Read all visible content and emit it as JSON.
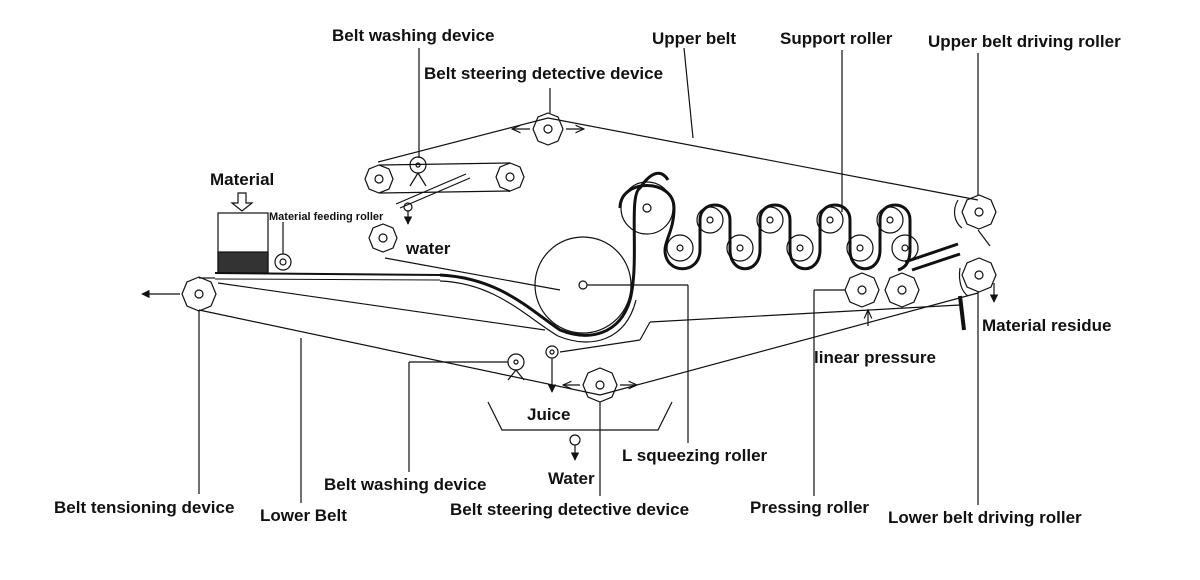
{
  "labels": {
    "belt_washing_top": "Belt washing device",
    "belt_steering_top": "Belt steering detective device",
    "upper_belt": "Upper belt",
    "support_roller": "Support roller",
    "upper_belt_driving_roller": "Upper belt driving roller",
    "material": "Material",
    "material_feeding_roller": "Material feeding roller",
    "water_top": "water",
    "material_residue": "Material residue",
    "linear_pressure": "linear pressure",
    "juice": "Juice",
    "l_squeezing_roller": "L squeezing roller",
    "water_bottom": "Water",
    "belt_washing_bottom": "Belt washing device",
    "belt_tensioning": "Belt tensioning device",
    "lower_belt": "Lower Belt",
    "belt_steering_bottom": "Belt steering detective device",
    "pressing_roller": "Pressing roller",
    "lower_belt_driving_roller": "Lower belt driving roller"
  },
  "colors": {
    "line": "#111111",
    "background": "#ffffff"
  }
}
